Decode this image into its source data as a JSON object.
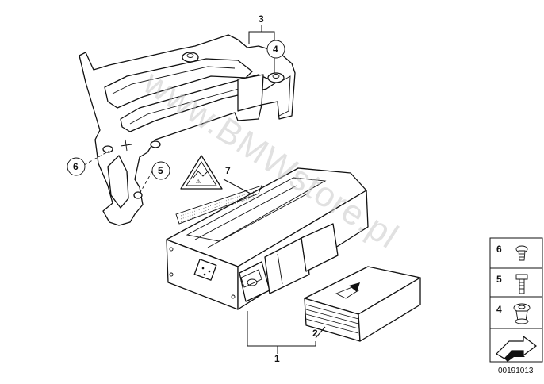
{
  "watermark": "www.BMWstore.pl",
  "callouts": [
    {
      "id": "1",
      "label": "1"
    },
    {
      "id": "2",
      "label": "2"
    },
    {
      "id": "3",
      "label": "3"
    },
    {
      "id": "4",
      "label": "4"
    },
    {
      "id": "5",
      "label": "5"
    },
    {
      "id": "6",
      "label": "6"
    },
    {
      "id": "7",
      "label": "7"
    }
  ],
  "legend": [
    {
      "label": "6",
      "icon": "screw-icon"
    },
    {
      "label": "5",
      "icon": "bolt-icon"
    },
    {
      "label": "4",
      "icon": "grommet-icon"
    },
    {
      "label": "",
      "icon": "direction-arrow-icon"
    }
  ],
  "document_number": "00191013"
}
